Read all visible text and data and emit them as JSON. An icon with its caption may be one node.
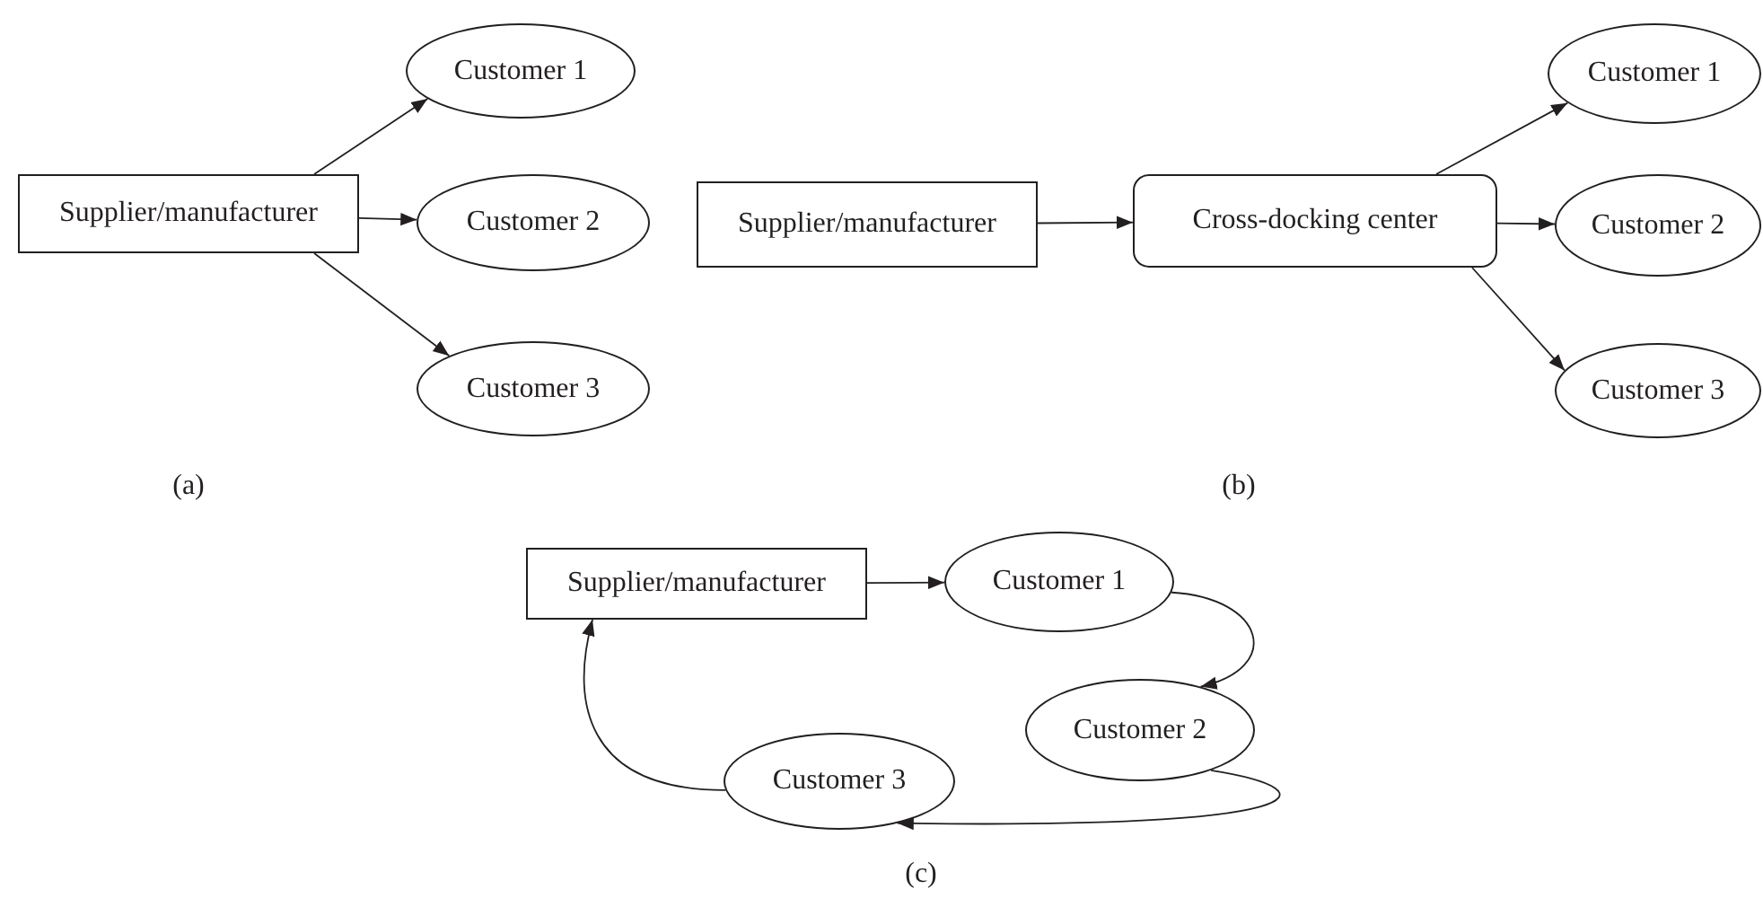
{
  "diagram": {
    "nodes": [
      {
        "text": [
          "Supplier/manufacturer"
        ]
      },
      {
        "text": [
          "Customer 1"
        ]
      },
      {
        "text": [
          "Customer 2"
        ]
      },
      {
        "text": [
          "Customer 3"
        ]
      },
      {
        "text": [
          "Supplier/manufacturer"
        ]
      },
      {
        "text": [
          "Cross-docking center"
        ]
      },
      {
        "text": [
          "Customer 1"
        ]
      },
      {
        "text": [
          "Customer 2"
        ]
      },
      {
        "text": [
          "Customer 3"
        ]
      },
      {
        "text": [
          "Supplier/manufacturer"
        ]
      },
      {
        "text": [
          "Customer 1"
        ]
      },
      {
        "text": [
          "Customer 2"
        ]
      },
      {
        "text": [
          "Customer 3"
        ]
      }
    ],
    "edges": [
      {
        "from": 0,
        "to": 1,
        "arrow": "to"
      },
      {
        "from": 0,
        "to": 2,
        "arrow": "to"
      },
      {
        "from": 0,
        "to": 3,
        "arrow": "to"
      },
      {
        "from": 4,
        "to": 5,
        "arrow": "to"
      },
      {
        "from": 5,
        "to": 6,
        "arrow": "to"
      },
      {
        "from": 5,
        "to": 7,
        "arrow": "to"
      },
      {
        "from": 5,
        "to": 8,
        "arrow": "to"
      },
      {
        "from": 9,
        "to": 10,
        "arrow": "to"
      },
      {
        "from": 10,
        "to": 11,
        "arrow": "to"
      },
      {
        "from": 11,
        "to": 12,
        "arrow": "to"
      },
      {
        "from": 12,
        "to": 9,
        "arrow": "to"
      }
    ],
    "labels": [
      "(a)",
      "(b)",
      "(c)"
    ]
  }
}
